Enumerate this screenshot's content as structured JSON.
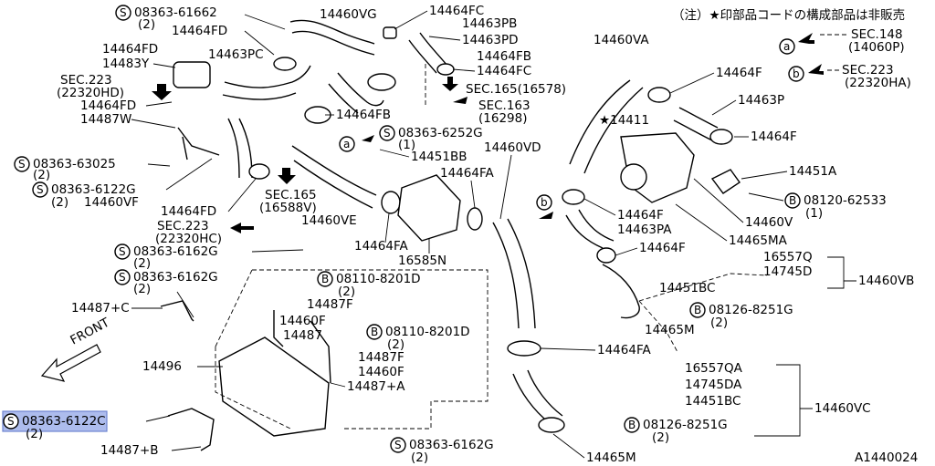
{
  "note": "（注）★印部品コードの構成部品は非販売",
  "diagram_id": "A1440024",
  "refs": {
    "a": {
      "marker": "a",
      "label": "SEC.148",
      "sub": "(14060P)"
    },
    "b": {
      "marker": "b",
      "label": "SEC.223",
      "sub": "(22320HA)"
    }
  },
  "sections": {
    "sec223_hd": [
      "SEC.223",
      "(22320HD)"
    ],
    "sec165_16578": "SEC.165(16578)",
    "sec163": [
      "SEC.163",
      "(16298)"
    ],
    "sec165_16588v": [
      "SEC.165",
      "(16588V)"
    ],
    "sec223_hc": [
      "SEC.223",
      "(22320HC)"
    ]
  },
  "labels": {
    "p14460VG": "14460VG",
    "p14464FC_top": "14464FC",
    "p14463PB": "14463PB",
    "p14463PD": "14463PD",
    "p14464FB_r": "14464FB",
    "p14464FC_r": "14464FC",
    "p14464FD_top": "14464FD",
    "p14464FD_l": "14464FD",
    "p14483Y": "14483Y",
    "p14463PC": "14463PC",
    "p14464FD_l2": "14464FD",
    "p14487W": "14487W",
    "p14464FB_mid": "14464FB",
    "p14451BB": "14451BB",
    "p14460VD": "14460VD",
    "p14464FA_top": "14464FA",
    "p14464FD_bot": "14464FD",
    "p14460VF": "14460VF",
    "p14460VE": "14460VE",
    "p14464FA_mid": "14464FA",
    "p16585N": "16585N",
    "p14460VA": "14460VA",
    "p14464F_1": "14464F",
    "p14463P": "14463P",
    "p14411": "★14411",
    "p14464F_2": "14464F",
    "p14451A": "14451A",
    "p14464F_3": "14464F",
    "p14463PA": "14463PA",
    "p14460V": "14460V",
    "p14465MA": "14465MA",
    "p14464F_4": "14464F",
    "p16557Q": "16557Q",
    "p14745D": "14745D",
    "p14460VB": "14460VB",
    "p14451BC_1": "14451BC",
    "p14465M_1": "14465M",
    "p14464FA_bot": "14464FA",
    "p16557QA": "16557QA",
    "p14745DA": "14745DA",
    "p14451BC_2": "14451BC",
    "p14460VC": "14460VC",
    "p14465M_2": "14465M",
    "p14487C": "14487+C",
    "p14487F_1": "14487F",
    "p14460F_1": "14460F",
    "p14487_mid": "14487",
    "p14487F_2": "14487F",
    "p14460F_2": "14460F",
    "p14487A": "14487+A",
    "p14496": "14496",
    "p14487B": "14487+B",
    "front": "FRONT"
  },
  "fasteners": {
    "s_61662": {
      "marker": "S",
      "code": "08363-61662",
      "qty": "(2)"
    },
    "s_63025": {
      "marker": "S",
      "code": "08363-63025",
      "qty": "(2)"
    },
    "s_6122G": {
      "marker": "S",
      "code": "08363-6122G",
      "qty": "(2)"
    },
    "s_6252G": {
      "marker": "S",
      "code": "08363-6252G",
      "qty": "(1)"
    },
    "s_6162G_1": {
      "marker": "S",
      "code": "08363-6162G",
      "qty": "(2)"
    },
    "s_6162G_2": {
      "marker": "S",
      "code": "08363-6162G",
      "qty": "(2)"
    },
    "s_6122C": {
      "marker": "S",
      "code": "08363-6122C",
      "qty": "(2)"
    },
    "s_6162G_3": {
      "marker": "S",
      "code": "08363-6162G",
      "qty": "(2)"
    },
    "b_8201D_1": {
      "marker": "B",
      "code": "08110-8201D",
      "qty": "(2)"
    },
    "b_8201D_2": {
      "marker": "B",
      "code": "08110-8201D",
      "qty": "(2)"
    },
    "b_62533": {
      "marker": "B",
      "code": "08120-62533",
      "qty": "(1)"
    },
    "b_8251G_1": {
      "marker": "B",
      "code": "08126-8251G",
      "qty": "(2)"
    },
    "b_8251G_2": {
      "marker": "B",
      "code": "08126-8251G",
      "qty": "(2)"
    }
  },
  "circle_markers": {
    "a_mid": "a",
    "b_mid": "b"
  },
  "colors": {
    "highlight": "#9fb1ea"
  }
}
